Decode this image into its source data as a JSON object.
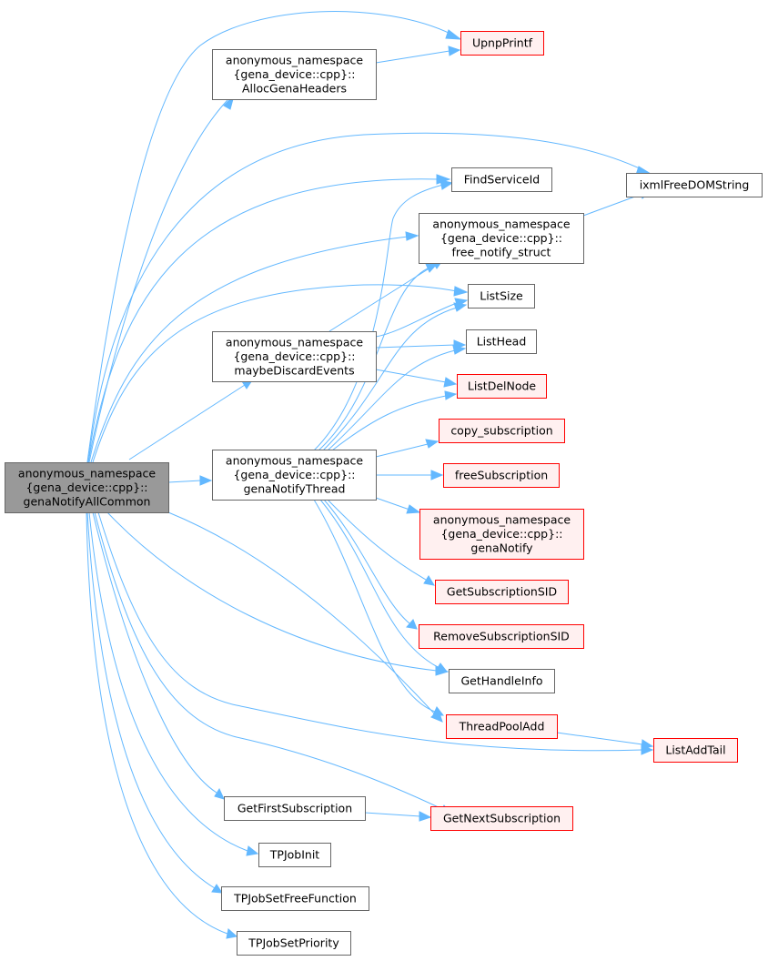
{
  "colors": {
    "edge": "#63b8ff",
    "node_fill": "#ffffff",
    "node_stroke": "#666666",
    "root_fill": "#999999",
    "root_stroke": "#666666",
    "ext_fill": "#fff0f0",
    "ext_stroke": "#ff0000"
  },
  "nodes": {
    "root": {
      "lines": [
        "anonymous_namespace",
        "{gena_device::cpp}::",
        "genaNotifyAllCommon"
      ],
      "style": "root"
    },
    "alloc": {
      "lines": [
        "anonymous_namespace",
        "{gena_device::cpp}::",
        "AllocGenaHeaders"
      ],
      "style": "normal"
    },
    "upnpprintf": {
      "lines": [
        "UpnpPrintf"
      ],
      "style": "external"
    },
    "findserviceid": {
      "lines": [
        "FindServiceId"
      ],
      "style": "normal"
    },
    "ixml": {
      "lines": [
        "ixmlFreeDOMString"
      ],
      "style": "normal"
    },
    "freenotify": {
      "lines": [
        "anonymous_namespace",
        "{gena_device::cpp}::",
        "free_notify_struct"
      ],
      "style": "normal"
    },
    "listsize": {
      "lines": [
        "ListSize"
      ],
      "style": "normal"
    },
    "maybediscard": {
      "lines": [
        "anonymous_namespace",
        "{gena_device::cpp}::",
        "maybeDiscardEvents"
      ],
      "style": "normal"
    },
    "listhead": {
      "lines": [
        "ListHead"
      ],
      "style": "normal"
    },
    "listdelnode": {
      "lines": [
        "ListDelNode"
      ],
      "style": "external"
    },
    "copysub": {
      "lines": [
        "copy_subscription"
      ],
      "style": "external"
    },
    "genathread": {
      "lines": [
        "anonymous_namespace",
        "{gena_device::cpp}::",
        "genaNotifyThread"
      ],
      "style": "normal"
    },
    "freesub": {
      "lines": [
        "freeSubscription"
      ],
      "style": "external"
    },
    "genanotify": {
      "lines": [
        "anonymous_namespace",
        "{gena_device::cpp}::",
        "genaNotify"
      ],
      "style": "external"
    },
    "getsubsid": {
      "lines": [
        "GetSubscriptionSID"
      ],
      "style": "external"
    },
    "removesubsid": {
      "lines": [
        "RemoveSubscriptionSID"
      ],
      "style": "external"
    },
    "gethandleinfo": {
      "lines": [
        "GetHandleInfo"
      ],
      "style": "normal"
    },
    "threadpooladd": {
      "lines": [
        "ThreadPoolAdd"
      ],
      "style": "external"
    },
    "listaddtail": {
      "lines": [
        "ListAddTail"
      ],
      "style": "external"
    },
    "getfirstsub": {
      "lines": [
        "GetFirstSubscription"
      ],
      "style": "normal"
    },
    "getnextsub": {
      "lines": [
        "GetNextSubscription"
      ],
      "style": "external"
    },
    "tpjobinit": {
      "lines": [
        "TPJobInit"
      ],
      "style": "normal"
    },
    "tpjobfree": {
      "lines": [
        "TPJobSetFreeFunction"
      ],
      "style": "normal"
    },
    "tpjobprio": {
      "lines": [
        "TPJobSetPriority"
      ],
      "style": "normal"
    }
  },
  "edges": [
    [
      "root",
      "alloc"
    ],
    [
      "root",
      "upnpprintf"
    ],
    [
      "root",
      "findserviceid"
    ],
    [
      "root",
      "ixml"
    ],
    [
      "root",
      "freenotify"
    ],
    [
      "root",
      "listsize"
    ],
    [
      "root",
      "maybediscard"
    ],
    [
      "root",
      "genathread"
    ],
    [
      "root",
      "gethandleinfo"
    ],
    [
      "root",
      "threadpooladd"
    ],
    [
      "root",
      "listaddtail"
    ],
    [
      "root",
      "getfirstsub"
    ],
    [
      "root",
      "getnextsub"
    ],
    [
      "root",
      "tpjobinit"
    ],
    [
      "root",
      "tpjobfree"
    ],
    [
      "root",
      "tpjobprio"
    ],
    [
      "alloc",
      "upnpprintf"
    ],
    [
      "freenotify",
      "ixml"
    ],
    [
      "maybediscard",
      "freenotify"
    ],
    [
      "maybediscard",
      "listsize"
    ],
    [
      "maybediscard",
      "listhead"
    ],
    [
      "maybediscard",
      "listdelnode"
    ],
    [
      "genathread",
      "findserviceid"
    ],
    [
      "genathread",
      "freenotify"
    ],
    [
      "genathread",
      "listsize"
    ],
    [
      "genathread",
      "listhead"
    ],
    [
      "genathread",
      "listdelnode"
    ],
    [
      "genathread",
      "copysub"
    ],
    [
      "genathread",
      "freesub"
    ],
    [
      "genathread",
      "genanotify"
    ],
    [
      "genathread",
      "getsubsid"
    ],
    [
      "genathread",
      "removesubsid"
    ],
    [
      "genathread",
      "gethandleinfo"
    ],
    [
      "genathread",
      "threadpooladd"
    ],
    [
      "threadpooladd",
      "listaddtail"
    ],
    [
      "getfirstsub",
      "getnextsub"
    ]
  ]
}
